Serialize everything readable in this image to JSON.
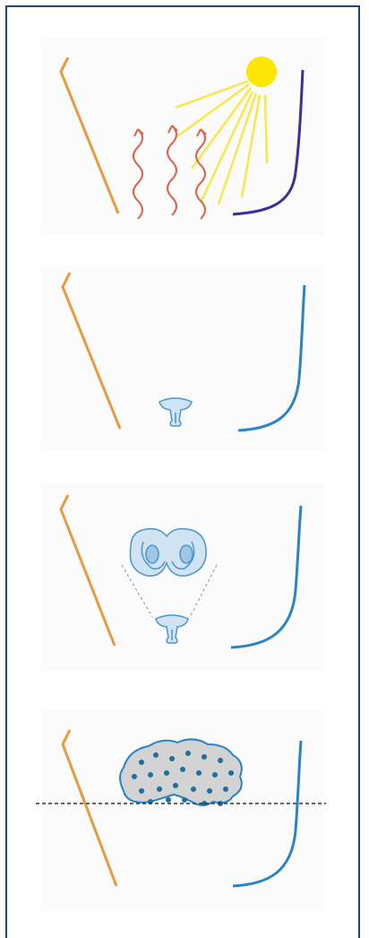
{
  "figure": {
    "frame_color": "#1f4a78",
    "colors": {
      "orange_line": "#e89a3c",
      "purple_curve": "#3b2f9a",
      "blue_curve": "#2a84c4",
      "sun": "#ffe600",
      "sun_rays": "#f7e84a",
      "heat_waves": "#e0604a",
      "spore_fill": "#cfe3f2",
      "spore_stroke": "#4d95c9",
      "colony_fill": "#d3d3d3",
      "colony_edge": "#2a84c4",
      "colony_dots": "#1f6f9e",
      "dotted_line": "#333333"
    },
    "panels": [
      {
        "name": "sun-and-heat",
        "icons": [
          "sun-icon",
          "heat-wave-icon"
        ]
      },
      {
        "name": "spore-on-ground",
        "icons": [
          "spore-icon"
        ]
      },
      {
        "name": "spore-germinating",
        "icons": [
          "spore-icon",
          "fruiting-body-icon"
        ]
      },
      {
        "name": "colony-at-surface",
        "icons": [
          "colony-icon"
        ]
      }
    ]
  }
}
